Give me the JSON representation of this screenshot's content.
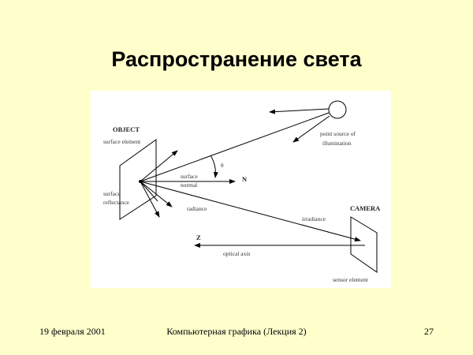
{
  "slide": {
    "title": "Распространение света",
    "footer": {
      "date": "19 февраля 2001",
      "course": "Компьютерная графика (Лекция 2)",
      "page_number": "27"
    }
  },
  "diagram": {
    "labels": {
      "object": "OBJECT",
      "surface_element": "surface  element",
      "surface_reflectance_1": "surface",
      "surface_reflectance_2": "reflectance",
      "surface_normal_1": "surface",
      "surface_normal_2": "normal",
      "n": "N",
      "theta": "θ",
      "radiance": "radiance",
      "irradiance": "irradiance",
      "camera": "CAMERA",
      "point_source_1": "point source of",
      "point_source_2": "illumination",
      "z": "Z",
      "optical_axis": "optical axis",
      "sensor_element": "sensor element"
    }
  }
}
